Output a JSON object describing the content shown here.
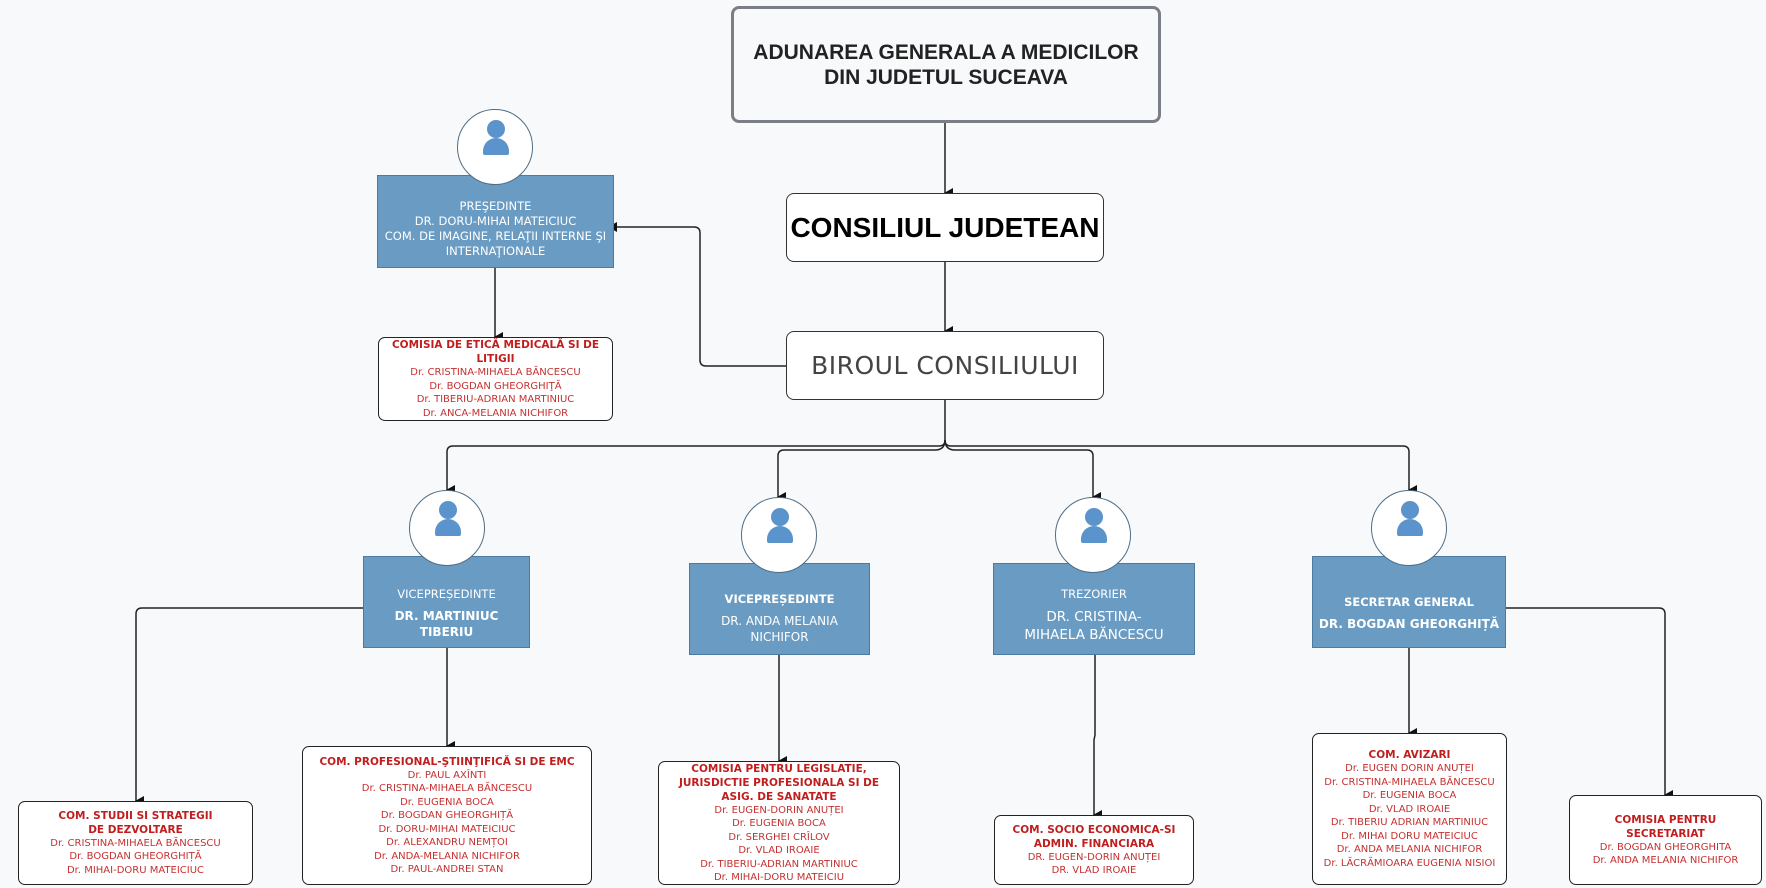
{
  "colors": {
    "background": "#f8f9fb",
    "role_box": "#6a9bc3",
    "committee_text": "#c01e1e",
    "avatar": "#5b93cc"
  },
  "top": {
    "line1": "ADUNAREA GENERALA A MEDICILOR",
    "line2": "DIN JUDETUL SUCEAVA"
  },
  "council": {
    "label": "CONSILIUL JUDETEAN"
  },
  "bureau": {
    "label": "BIROUL CONSILIULUI"
  },
  "president": {
    "icon": "person-icon",
    "role": "PREŞEDINTE",
    "name": "DR. DORU-MIHAI MATEICIUC",
    "extra1": "COM. DE IMAGINE, RELAŢII INTERNE ŞI",
    "extra2": "INTERNAŢIONALE",
    "committee": {
      "title": "COMISIA DE ETICĂ MEDICALĂ SI DE LITIGII",
      "members": [
        "Dr. CRISTINA-MIHAELA BĂNCESCU",
        "Dr. BOGDAN GHEORGHIŢĂ",
        "Dr. TIBERIU-ADRIAN MARTINIUC",
        "Dr. ANCA-MELANIA NICHIFOR"
      ]
    }
  },
  "officers": [
    {
      "role": "VICEPREȘEDINTE",
      "name": "DR. MARTINIUC TIBERIU",
      "icon": "person-icon"
    },
    {
      "role": "VICEPREȘEDINTE",
      "name": "DR. ANDA MELANIA NICHIFOR",
      "icon": "person-icon"
    },
    {
      "role": "TREZORIER",
      "name": "DR. CRISTINA-MIHAELA BĂNCESCU",
      "icon": "person-icon"
    },
    {
      "role": "SECRETAR GENERAL",
      "name": "DR. BOGDAN GHEORGHIȚĂ",
      "icon": "person-icon"
    }
  ],
  "committees": [
    {
      "title": "COM. STUDII SI STRATEGII DE DEZVOLTARE",
      "members": [
        "Dr. CRISTINA-MIHAELA BĂNCESCU",
        "Dr. BOGDAN GHEORGHIȚĂ",
        "Dr. MIHAI-DORU MATEICIUC"
      ]
    },
    {
      "title": "COM. PROFESIONAL-ŞTIINŢIFICĂ SI DE EMC",
      "members": [
        "Dr. PAUL AXÎNTI",
        "Dr. CRISTINA-MIHAELA BĂNCESCU",
        "Dr. EUGENIA BOCA",
        "Dr. BOGDAN GHEORGHIȚĂ",
        "Dr. DORU-MIHAI MATEICIUC",
        "Dr. ALEXANDRU NEMȚOI",
        "Dr. ANDA-MELANIA NICHIFOR",
        "Dr. PAUL-ANDREI STAN"
      ]
    },
    {
      "title": "COMISIA  PENTRU LEGISLATIE, JURISDICTIE PROFESIONALA SI DE ASIG. DE SANATATE",
      "members": [
        "Dr. EUGEN-DORIN ANUȚEI",
        "Dr. EUGENIA BOCA",
        "Dr. SERGHEI CRÎLOV",
        "Dr. VLAD IROAIE",
        "Dr. TIBERIU-ADRIAN MARTINIUC",
        "Dr. MIHAI-DORU MATEICIU"
      ]
    },
    {
      "title": "COM. SOCIO ECONOMICA-SI  ADMIN. FINANCIARA",
      "members": [
        "DR. EUGEN-DORIN ANUȚEI",
        "DR. VLAD IROAIE"
      ]
    },
    {
      "title": "COM. AVIZARI",
      "members": [
        "Dr. EUGEN DORIN ANUȚEI",
        "Dr. CRISTINA-MIHAELA BĂNCESCU",
        "Dr. EUGENIA BOCA",
        "Dr. VLAD IROAIE",
        "Dr. TIBERIU ADRIAN MARTINIUC",
        "Dr. MIHAI DORU MATEICIUC",
        "Dr. ANDA MELANIA NICHIFOR",
        "Dr. LĂCRĂMIOARA EUGENIA NISIOI"
      ]
    },
    {
      "title": "COMISIA PENTRU SECRETARIAT",
      "members": [
        "Dr. BOGDAN GHEORGHITA",
        "Dr. ANDA MELANIA NICHIFOR"
      ]
    }
  ]
}
